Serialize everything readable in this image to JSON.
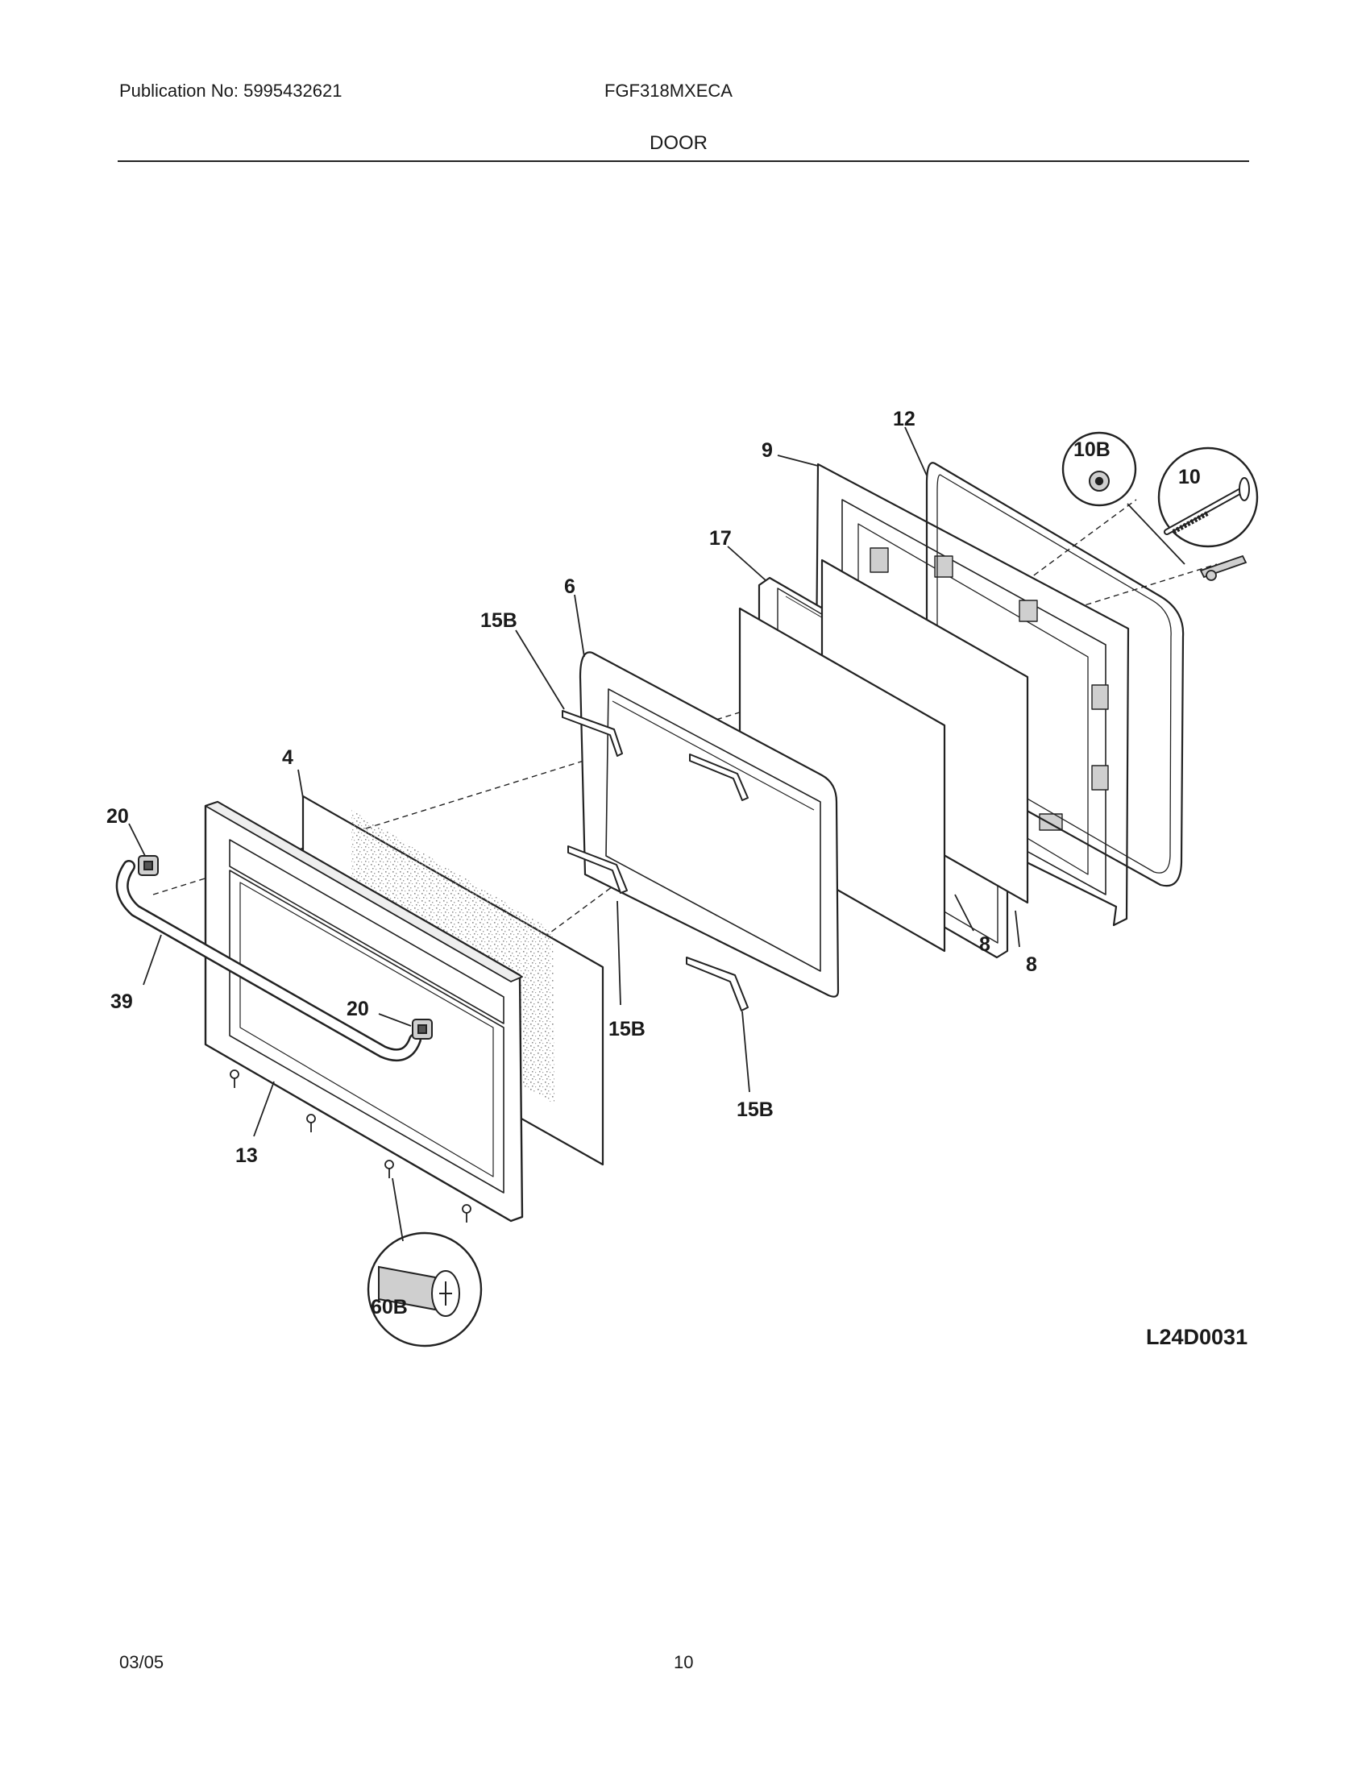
{
  "header": {
    "publication": "Publication No: 5995432621",
    "model": "FGF318MXECA",
    "section": "DOOR"
  },
  "diagram": {
    "callouts": {
      "c20a": "20",
      "c39": "39",
      "c4": "4",
      "c20b": "20",
      "c13": "13",
      "c60b": "60B",
      "c15b_a": "15B",
      "c6": "6",
      "c15b_b": "15B",
      "c15b_c": "15B",
      "c17": "17",
      "c8a": "8",
      "c8b": "8",
      "c9": "9",
      "c12": "12",
      "c10b": "10B",
      "c10": "10"
    },
    "drawing_code": "L24D0031"
  },
  "footer": {
    "date": "03/05",
    "page": "10"
  }
}
